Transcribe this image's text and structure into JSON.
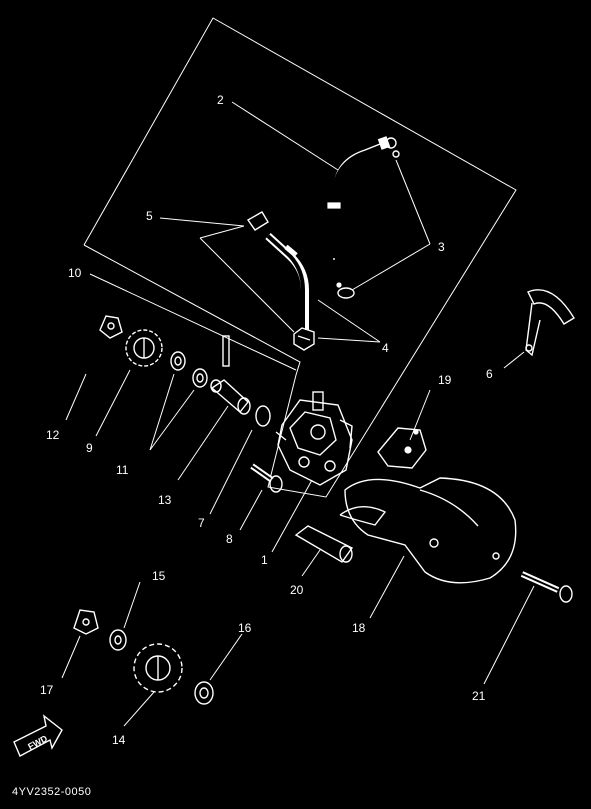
{
  "diagram": {
    "code": "4YV2352-0050",
    "fwd_label": "FWD",
    "callouts": {
      "c1": "1",
      "c2": "2",
      "c3": "3",
      "c4": "4",
      "c5": "5",
      "c6": "6",
      "c7": "7",
      "c8": "8",
      "c9": "9",
      "c10": "10",
      "c11": "11",
      "c12": "12",
      "c13": "13",
      "c14": "14",
      "c15": "15",
      "c16": "16",
      "c17": "17",
      "c18": "18",
      "c19": "19",
      "c20": "20",
      "c21": "21"
    }
  }
}
